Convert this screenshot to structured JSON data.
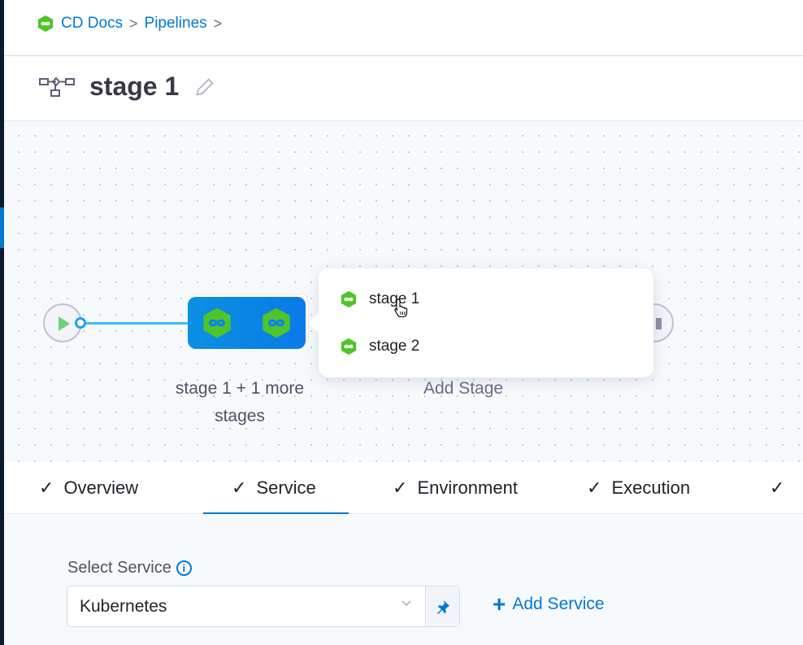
{
  "breadcrumb": {
    "items": [
      "CD Docs",
      "Pipelines"
    ],
    "separator": ">"
  },
  "header": {
    "title": "stage 1"
  },
  "canvas": {
    "group_label": "stage 1 + 1 more stages",
    "add_stage_label": "Add Stage",
    "popup": {
      "items": [
        {
          "label": "stage 1"
        },
        {
          "label": "stage 2"
        }
      ]
    }
  },
  "tabs": [
    {
      "label": "Overview",
      "check": "✓"
    },
    {
      "label": "Service",
      "check": "✓",
      "active": true
    },
    {
      "label": "Environment",
      "check": "✓"
    },
    {
      "label": "Execution",
      "check": "✓"
    },
    {
      "label": "",
      "check": "✓"
    }
  ],
  "service": {
    "label": "Select Service",
    "info_icon": "i",
    "selected": "Kubernetes",
    "add_label": "Add Service",
    "add_icon": "+"
  },
  "colors": {
    "accent": "#0278d5",
    "stage_green": "#4fc42a",
    "group_blue": "#0b85e6"
  }
}
